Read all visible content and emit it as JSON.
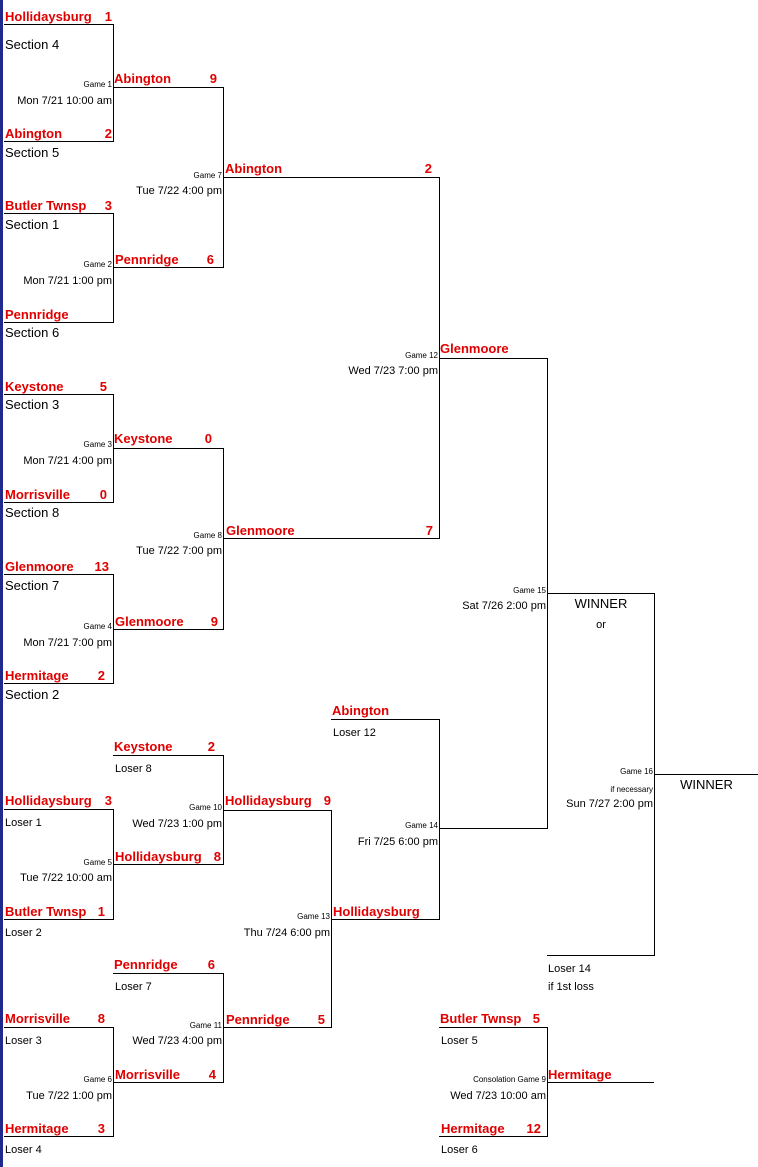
{
  "teams": [
    {
      "name": "Hollidaysburg",
      "score": "1"
    },
    {
      "name": "Abington",
      "score": "2"
    },
    {
      "name": "Butler Twnsp",
      "score": "3"
    },
    {
      "name": "Pennridge",
      "score": ""
    },
    {
      "name": "Keystone",
      "score": "5"
    },
    {
      "name": "Morrisville",
      "score": "0"
    },
    {
      "name": "Glenmoore",
      "score": "13"
    },
    {
      "name": "Hermitage",
      "score": "2"
    },
    {
      "name": "Abington",
      "score": "9"
    },
    {
      "name": "Pennridge",
      "score": "6"
    },
    {
      "name": "Keystone",
      "score": "0"
    },
    {
      "name": "Glenmoore",
      "score": "9"
    },
    {
      "name": "Abington",
      "score": "2"
    },
    {
      "name": "Glenmoore",
      "score": "7"
    },
    {
      "name": "Glenmoore",
      "score": ""
    },
    {
      "name": "Keystone",
      "score": "2"
    },
    {
      "name": "Hollidaysburg",
      "score": "3"
    },
    {
      "name": "Hollidaysburg",
      "score": "8"
    },
    {
      "name": "Butler Twnsp",
      "score": "1"
    },
    {
      "name": "Pennridge",
      "score": "6"
    },
    {
      "name": "Morrisville",
      "score": "8"
    },
    {
      "name": "Morrisville",
      "score": "4"
    },
    {
      "name": "Hermitage",
      "score": "3"
    },
    {
      "name": "Hollidaysburg",
      "score": "9"
    },
    {
      "name": "Pennridge",
      "score": "5"
    },
    {
      "name": "Abington",
      "score": ""
    },
    {
      "name": "Hollidaysburg",
      "score": ""
    },
    {
      "name": "Butler Twnsp",
      "score": "5"
    },
    {
      "name": "Hermitage",
      "score": ""
    },
    {
      "name": "Hermitage",
      "score": "12"
    }
  ],
  "sections": [
    "Section 4",
    "Section 5",
    "Section 1",
    "Section 6",
    "Section 3",
    "Section 8",
    "Section 7",
    "Section 2"
  ],
  "losers": [
    "Loser 12",
    "Loser 8",
    "Loser 1",
    "Loser 2",
    "Loser 7",
    "Loser 3",
    "Loser 4",
    "Loser 14",
    "if 1st loss",
    "Loser 5",
    "Loser 6"
  ],
  "games": [
    {
      "label": "Game 1",
      "time": "Mon 7/21  10:00 am"
    },
    {
      "label": "Game 2",
      "time": "Mon 7/21  1:00 pm"
    },
    {
      "label": "Game 3",
      "time": "Mon 7/21  4:00 pm"
    },
    {
      "label": "Game 4",
      "time": "Mon 7/21  7:00 pm"
    },
    {
      "label": "Game 7",
      "time": "Tue 7/22  4:00 pm"
    },
    {
      "label": "Game 8",
      "time": "Tue 7/22  7:00 pm"
    },
    {
      "label": "Game 12",
      "time": "Wed 7/23  7:00 pm"
    },
    {
      "label": "Game 15",
      "time": "Sat 7/26  2:00 pm"
    },
    {
      "label": "Game 10",
      "time": "Wed 7/23  1:00 pm"
    },
    {
      "label": "Game 5",
      "time": "Tue 7/22  10:00 am"
    },
    {
      "label": "Game 11",
      "time": "Wed 7/23  4:00 pm"
    },
    {
      "label": "Game 6",
      "time": "Tue 7/22  1:00 pm"
    },
    {
      "label": "Game 13",
      "time": "Thu 7/24  6:00 pm"
    },
    {
      "label": "Game 14",
      "time": "Fri 7/25  6:00 pm"
    },
    {
      "label": "Game 16",
      "time": "Sun 7/27  2:00 pm"
    },
    {
      "label": "Consolation Game 9",
      "time": "Wed 7/23  10:00 am"
    }
  ],
  "game16_note": "if necessary",
  "winner": "WINNER",
  "or": "or",
  "final_winner": "WINNER",
  "colors": {
    "team": "#e00000",
    "line": "#000000",
    "stripe": "#1f2a8c"
  }
}
